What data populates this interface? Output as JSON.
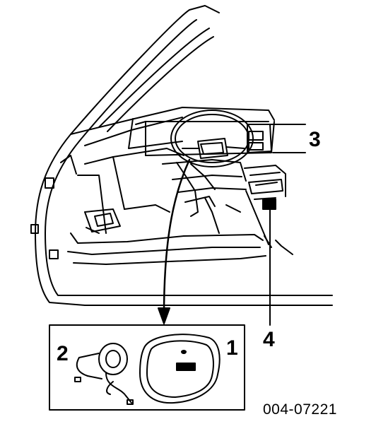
{
  "callouts": {
    "one": "1",
    "two": "2",
    "three": "3",
    "four": "4"
  },
  "figure_code": "004-07221"
}
